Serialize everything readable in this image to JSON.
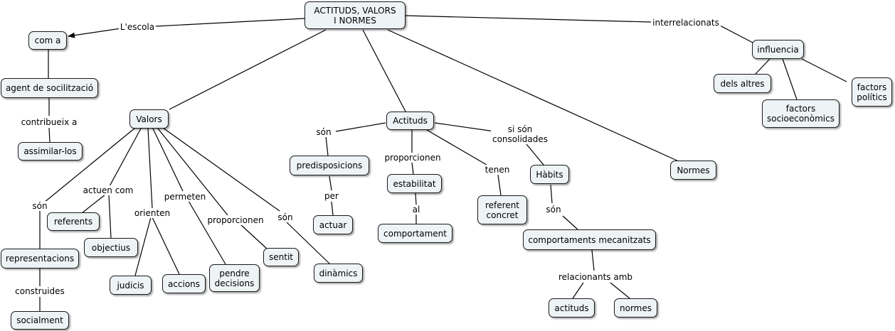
{
  "concepts": {
    "main": "ACTITUDS, VALORS\nI NORMES",
    "com_a": "com a",
    "agent": "agent de socilització",
    "assimilar": "assimilar-los",
    "valors": "Valors",
    "referents": "referents",
    "objectius": "objectius",
    "representacions": "representacions",
    "socialment": "socialment",
    "judicis": "judicis",
    "accions": "accions",
    "pendre": "pendre\ndecisions",
    "sentit": "sentit",
    "dinamics": "dinàmics",
    "actituds": "Actituds",
    "predisposicions": "predisposicions",
    "actuar": "actuar",
    "estabilitat": "estabilitat",
    "comportament": "comportament",
    "referent": "referent\nconcret",
    "habits": "Hàbits",
    "comportaments": "comportaments mecanitzats",
    "actituds2": "actituds",
    "normes2": "normes",
    "normes": "Normes",
    "influencia": "influencia",
    "dels_altres": "dels altres",
    "socioeconomics": "factors\nsocioeconòmics",
    "politics": "factors\npolítics"
  },
  "links": {
    "escola": "L'escola",
    "interrelacionats": "interrelacionats",
    "contribueix": "contribueix a",
    "son_valors": "són",
    "actuen_com": "actuen com",
    "orienten": "orienten",
    "permeten": "permeten",
    "proporcionen_valors": "proporcionen",
    "son_dinamics": "són",
    "construides": "construides",
    "son_actituds": "són",
    "per": "per",
    "proporcionen_actituds": "proporcionen",
    "al": "al",
    "tenen": "tenen",
    "consolidades": "si són\nconsolidades",
    "son_habits": "són",
    "relacionants": "relacionants amb"
  }
}
